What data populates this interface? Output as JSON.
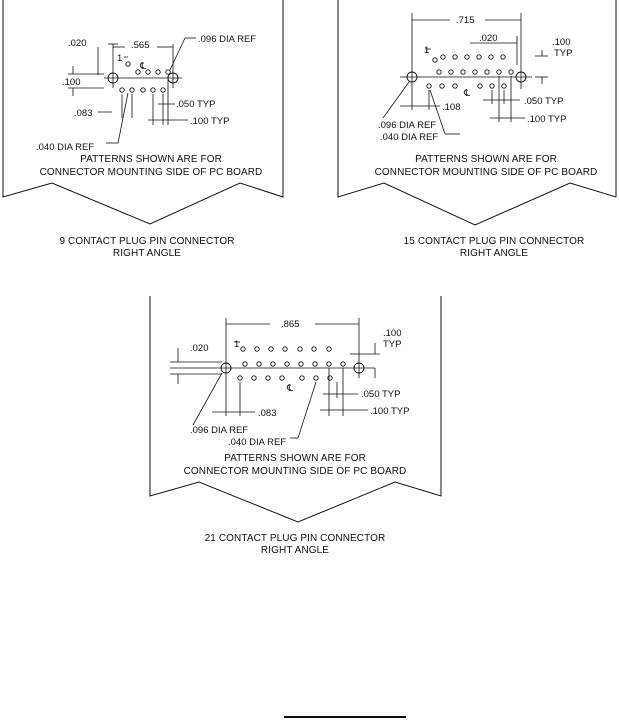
{
  "pattern_note": [
    "PATTERNS SHOWN ARE FOR",
    "CONNECTOR MOUNTING SIDE OF PC BOARD"
  ],
  "centerline_symbol": "℄",
  "panels": [
    {
      "id": "9",
      "caption": [
        "9 CONTACT PLUG PIN CONNECTOR",
        "RIGHT ANGLE"
      ],
      "pin1_label": "1",
      "dims": {
        "d020": ".020",
        "d565": ".565",
        "d096": ".096 DIA REF",
        "d100": ".100",
        "d083": ".083",
        "d050": ".050 TYP",
        "d100typ": ".100 TYP",
        "d040": ".040 DIA REF"
      }
    },
    {
      "id": "15",
      "caption": [
        "15 CONTACT PLUG PIN CONNECTOR",
        "RIGHT ANGLE"
      ],
      "pin1_label": "1",
      "dims": {
        "d715": ".715",
        "d020": ".020",
        "d100": ".100",
        "typ": "TYP",
        "d108": ".108",
        "d050": ".050 TYP",
        "d096": ".096 DIA REF",
        "d100typ": ".100 TYP",
        "d040": ".040 DIA REF"
      }
    },
    {
      "id": "21",
      "caption": [
        "21 CONTACT PLUG PIN CONNECTOR",
        "RIGHT ANGLE"
      ],
      "pin1_label": "1",
      "dims": {
        "d865": ".865",
        "d100": ".100",
        "typ": "TYP",
        "d020": ".020",
        "d050": ".050 TYP",
        "d100typ": ".100 TYP",
        "d083": ".083",
        "d096": ".096 DIA REF",
        "d040": ".040 DIA REF"
      }
    }
  ]
}
